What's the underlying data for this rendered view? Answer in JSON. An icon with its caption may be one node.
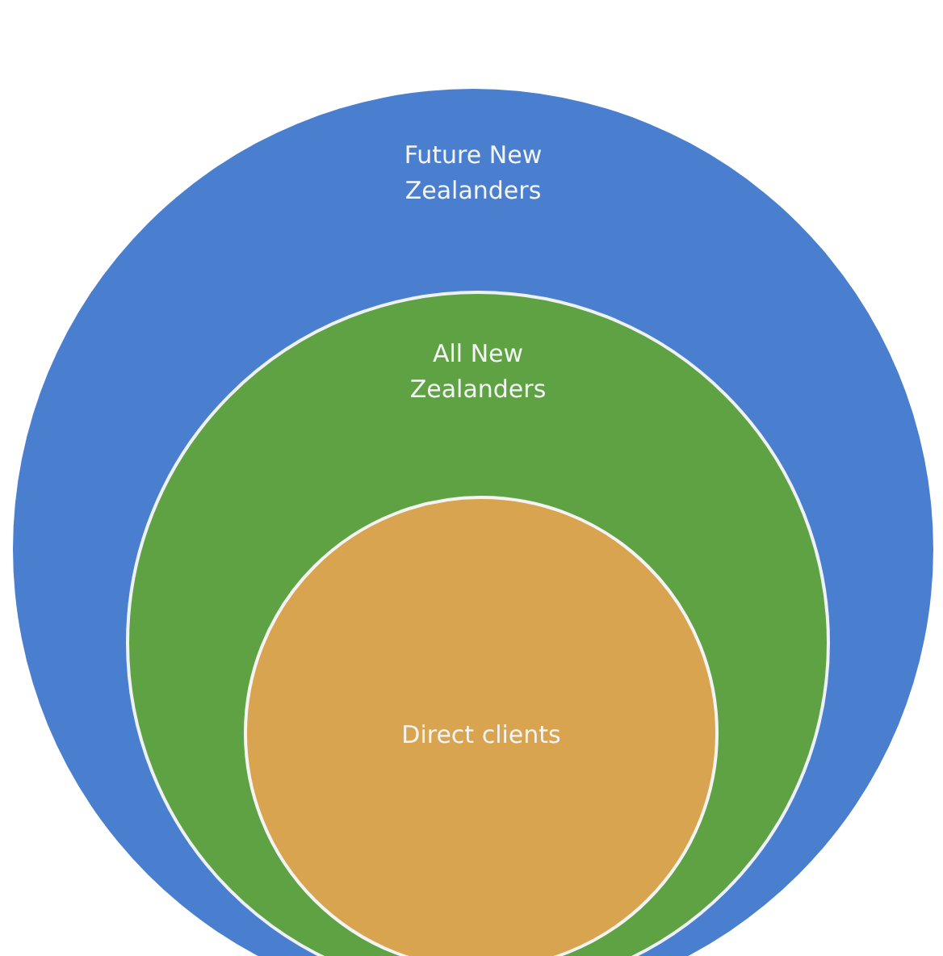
{
  "diagram": {
    "nodes": [
      {
        "text": [
          "Future New Zealanders"
        ]
      },
      {
        "text": [
          "All New Zealanders"
        ],
        "in": 0
      },
      {
        "text": [
          "Direct clients"
        ],
        "in": 1
      }
    ]
  }
}
